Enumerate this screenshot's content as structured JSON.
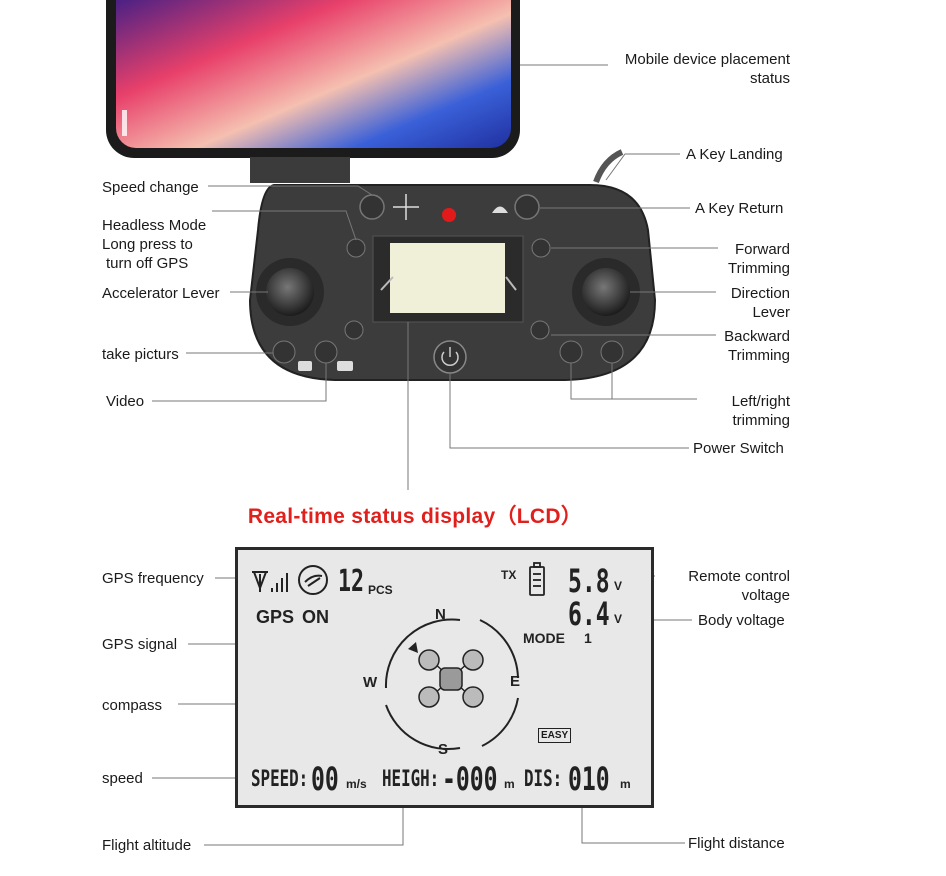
{
  "controller_labels": {
    "mobile_device_placement": "Mobile device placement",
    "mobile_device_placement_2": "status",
    "a_key_landing": "A Key Landing",
    "speed_change": "Speed change",
    "a_key_return": "A Key Return",
    "headless_mode_1": "Headless Mode",
    "headless_mode_2": "Long press to",
    "headless_mode_3": "turn off GPS",
    "forward_trimming_1": "Forward",
    "forward_trimming_2": "Trimming",
    "accelerator_lever": "Accelerator Lever",
    "direction_lever_1": "Direction",
    "direction_lever_2": "Lever",
    "backward_trimming_1": "Backward",
    "backward_trimming_2": "Trimming",
    "take_pictures": "take picturs",
    "video": "Video",
    "left_right_trimming_1": "Left/right",
    "left_right_trimming_2": "trimming",
    "power_switch": "Power Switch"
  },
  "section_title": "Real-time status display（LCD）",
  "lcd_labels": {
    "gps_frequency": "GPS frequency",
    "gps_signal": "GPS signal",
    "compass": "compass",
    "speed": "speed",
    "flight_altitude": "Flight altitude",
    "remote_control_voltage_1": "Remote control",
    "remote_control_voltage_2": "voltage",
    "body_voltage": "Body voltage",
    "flight_distance": "Flight distance"
  },
  "lcd": {
    "satellite_count": "12",
    "satellite_unit": "PCS",
    "gps_text": "GPS",
    "gps_state": "ON",
    "tx_label": "TX",
    "remote_voltage": "5.8",
    "body_voltage": "6.4",
    "voltage_unit": "V",
    "mode_label": "MODE",
    "mode_value": "1",
    "compass_n": "N",
    "compass_s": "S",
    "compass_e": "E",
    "compass_w": "W",
    "easy_badge": "EASY",
    "speed_label": "SPEED:",
    "speed_value": "00",
    "speed_unit": "m/s",
    "height_label": "HEIGH:",
    "height_value": "-000",
    "height_unit": "m",
    "distance_label": "DIS:",
    "distance_value": "010",
    "distance_unit": "m"
  },
  "colors": {
    "title_red": "#e0201c",
    "controller_body": "#3a3a3a",
    "lcd_background": "#e8e8e8"
  }
}
